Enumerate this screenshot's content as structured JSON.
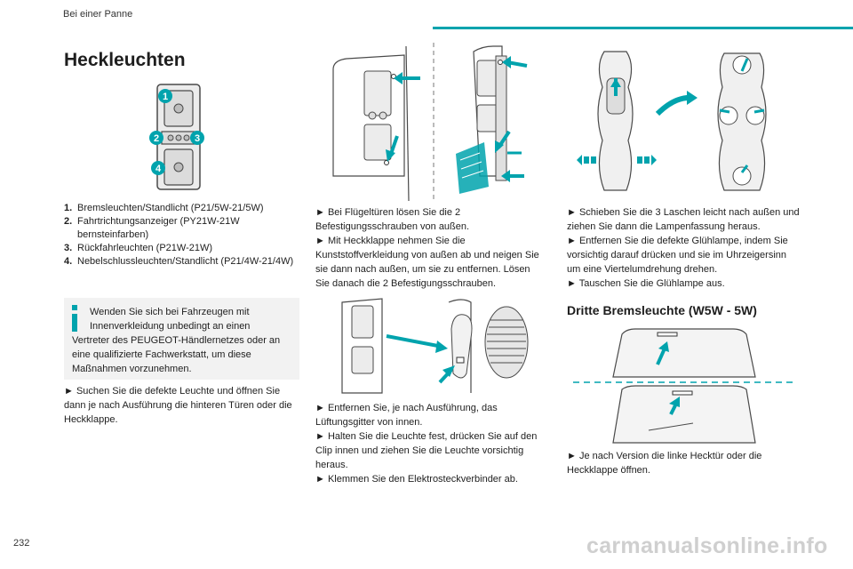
{
  "header": {
    "section": "Bei einer Panne"
  },
  "title": "Heckleuchten",
  "lamp_numbers": [
    "1",
    "2",
    "3",
    "4"
  ],
  "list": [
    {
      "num": "1.",
      "text": "Bremsleuchten/Standlicht (P21/5W-21/5W)"
    },
    {
      "num": "2.",
      "text": "Fahrtrichtungsanzeiger (PY21W-21W bernsteinfarben)"
    },
    {
      "num": "3.",
      "text": "Rückfahrleuchten (P21W-21W)"
    },
    {
      "num": "4.",
      "text": "Nebelschlussleuchten/Standlicht (P21/4W-21/4W)"
    }
  ],
  "info": {
    "line1": "Wenden Sie sich bei Fahrzeugen mit Innenverkleidung unbedingt an einen",
    "line2": "Vertreter des PEUGEOT-Händlernetzes oder an eine qualifizierte Fachwerkstatt, um diese Maßnahmen vorzunehmen."
  },
  "p1": "► Suchen Sie die defekte Leuchte und öffnen Sie dann je nach Ausführung die hinteren Türen oder die Heckklappe.",
  "p2": {
    "l1": "► Bei Flügeltüren lösen Sie die 2 Befestigungsschrauben von außen.",
    "l2": "► Mit Heckklappe nehmen Sie die Kunststoffverkleidung von außen ab und neigen Sie sie dann nach außen, um sie zu entfernen. Lösen Sie danach die 2 Befestigungsschrauben."
  },
  "p3": {
    "l1": "► Entfernen Sie, je nach Ausführung, das Lüftungsgitter von innen.",
    "l2": "► Halten Sie die Leuchte fest, drücken Sie auf den Clip innen und ziehen Sie die Leuchte vorsichtig heraus.",
    "l3": "► Klemmen Sie den Elektrosteckverbinder ab."
  },
  "p4": {
    "l1": "► Schieben Sie die 3 Laschen leicht nach außen und ziehen Sie dann die Lampenfassung heraus.",
    "l2": "► Entfernen Sie die defekte Glühlampe, indem Sie vorsichtig darauf drücken und sie im Uhrzeigersinn um eine Viertelumdrehung drehen.",
    "l3": "► Tauschen Sie die Glühlampe aus."
  },
  "subtitle": "Dritte Bremsleuchte (W5W - 5W)",
  "p5": "► Je nach Version die linke Hecktür oder die Heckklappe öffnen.",
  "page_number": "232",
  "footer": "carmanualsonline.info",
  "colors": {
    "accent": "#00a3ad",
    "line": "#4a4a4a",
    "fill": "#e6e6e6"
  }
}
